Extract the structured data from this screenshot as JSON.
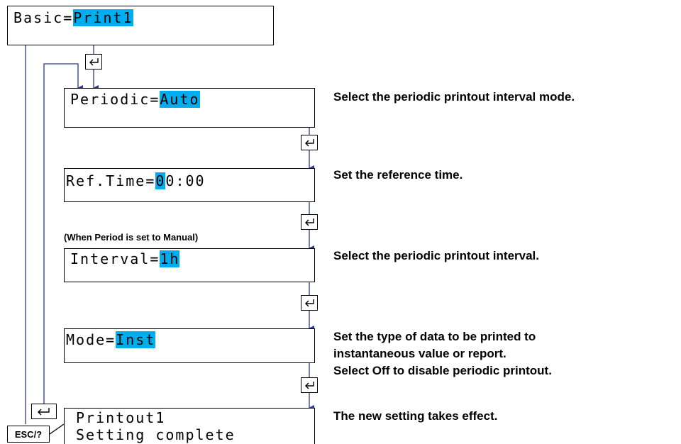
{
  "screens": {
    "basic": {
      "prefix": "Basic=",
      "value": "Print1"
    },
    "periodic": {
      "prefix": "Periodic=",
      "value": "Auto"
    },
    "reftime": {
      "prefix": "Ref.Time=",
      "value_hl": "0",
      "value_rest": "0:00"
    },
    "interval": {
      "prefix": "Interval=",
      "value": "1h"
    },
    "mode": {
      "prefix": "Mode=",
      "value": "Inst"
    },
    "complete": {
      "line1": "Printout1",
      "line2": "Setting complete"
    }
  },
  "descriptions": {
    "periodic": "Select the periodic printout interval mode.",
    "reftime": "Set the reference time.",
    "interval": "Select the periodic printout interval.",
    "mode_1": "Set the type of data to be printed to",
    "mode_2": "instantaneous value or report.",
    "mode_3": "Select Off to disable periodic printout.",
    "complete": "The new setting takes effect."
  },
  "note_manual": "(When Period is set to Manual)",
  "keys": {
    "esc_label": "ESC/?",
    "enter_icon": "enter-key-icon"
  },
  "colors": {
    "highlight": "#00aeef",
    "arrow": "#2a3a8f"
  }
}
